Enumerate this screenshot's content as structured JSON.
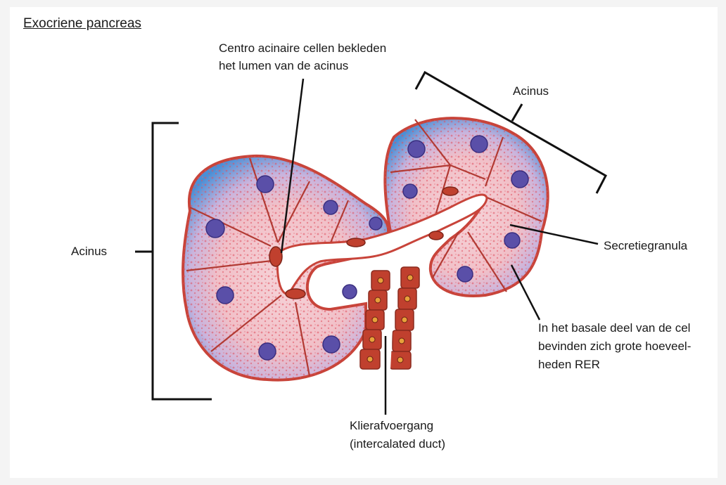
{
  "title": "Exocriene pancreas",
  "labels": {
    "centro_line1": "Centro acinaire cellen bekleden",
    "centro_line2": "het lumen van de acinus",
    "acinus_top": "Acinus",
    "acinus_left": "Acinus",
    "secretie": "Secretiegranula",
    "basal_line1": "In het basale deel van de cel",
    "basal_line2": "bevinden zich grote hoeveel-",
    "basal_line3": "heden RER",
    "duct_line1": "Klierafvoergang",
    "duct_line2": "(intercalated duct)"
  },
  "colors": {
    "outline": "#c8443a",
    "basal_blue": "#4a8fd6",
    "cytoplasm_pink": "#f3c4cc",
    "granule": "#e0505f",
    "nucleus": "#5a4fa8",
    "duct_cell": "#c0402e",
    "ink": "#111111"
  }
}
